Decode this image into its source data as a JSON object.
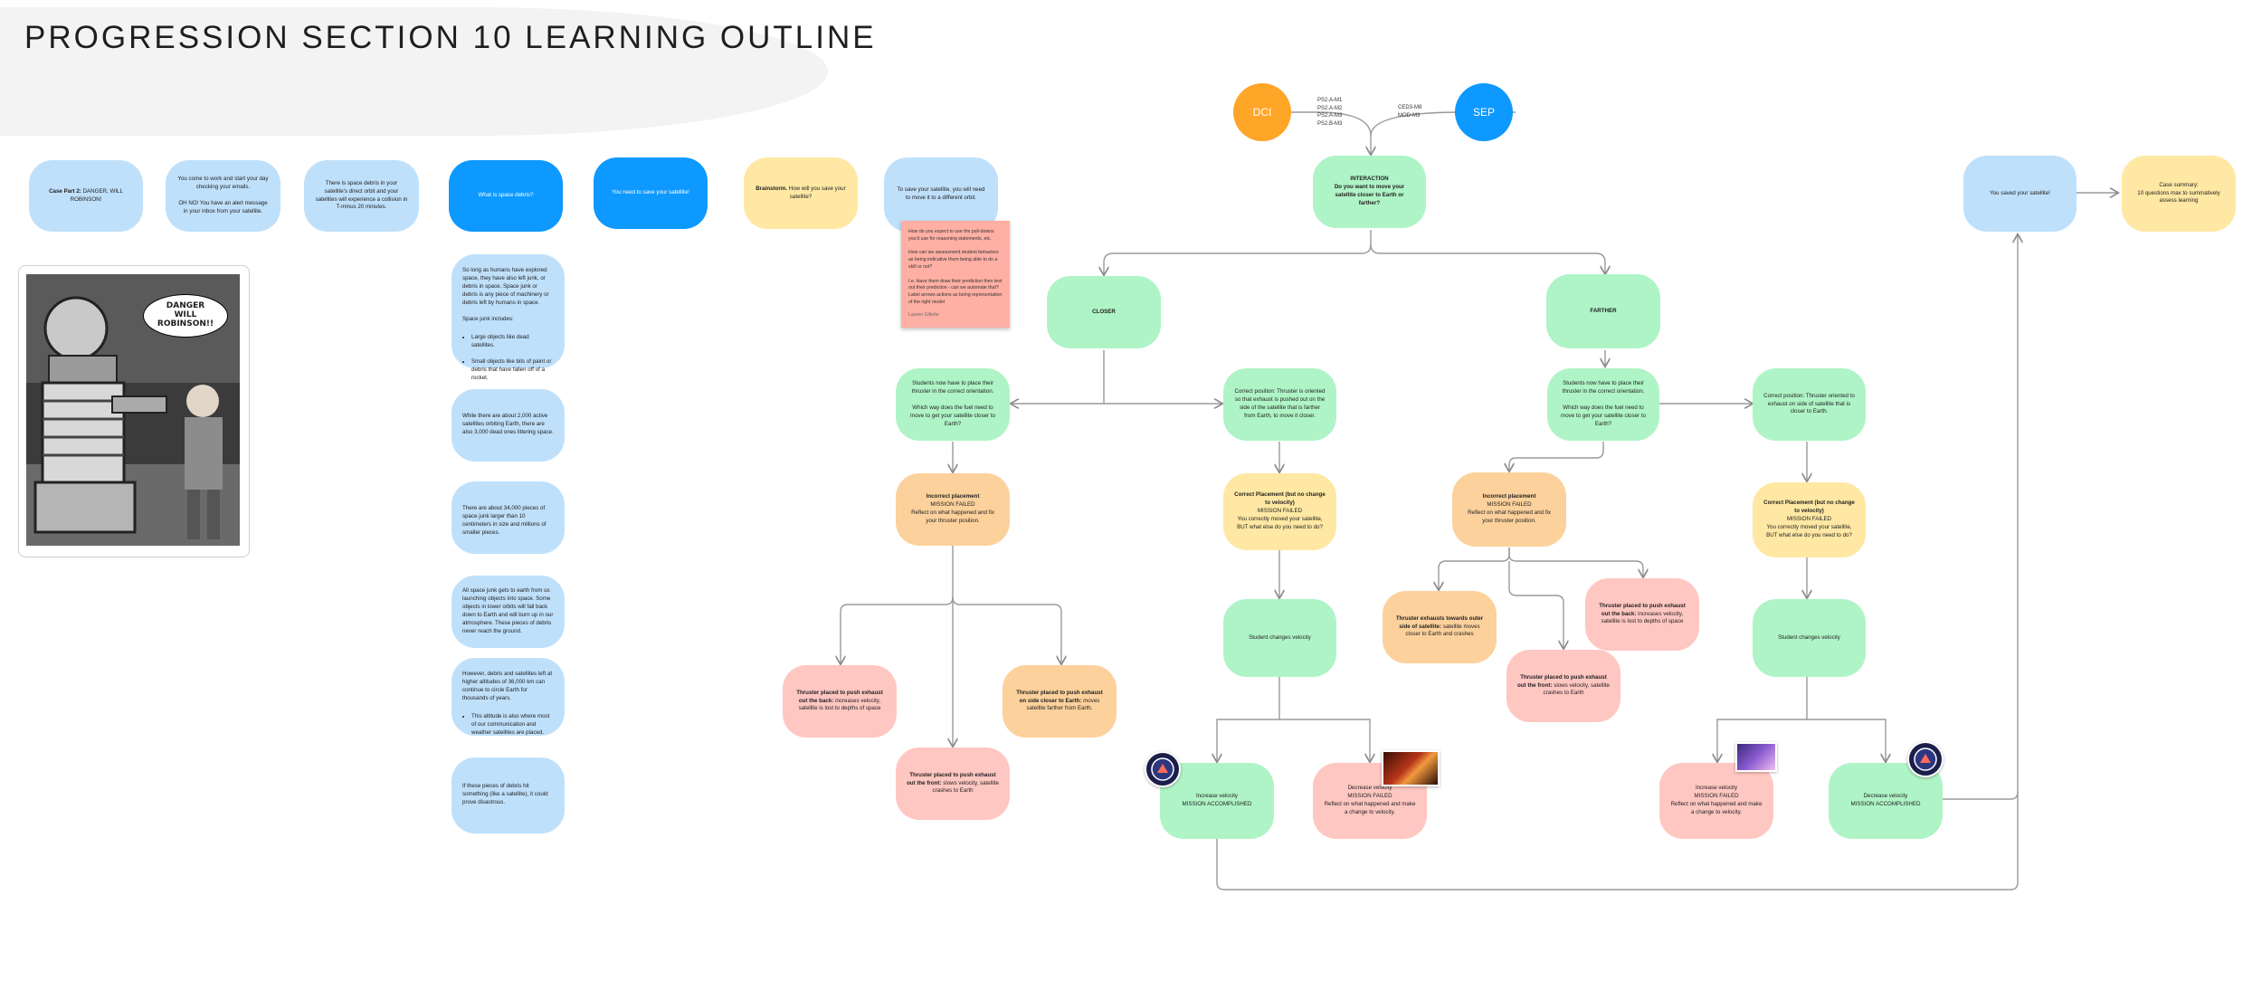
{
  "title": "PROGRESSION SECTION 10 LEARNING OUTLINE",
  "standards": {
    "dci": "DCI",
    "sep": "SEP",
    "dci_codes": "PS2.A-M1\nPS2.A-M2\nPS2.A-M3\nPS2.B-M3",
    "sep_codes": "CED3-M8\nMOD-M3"
  },
  "story": {
    "case_part": "Case Part 2:",
    "case_rest": " DANGER, WILL ROBINSON!",
    "email": "You come to work and start your day checking your emails.\n\nOH NO! You have an alert message in your inbox from your satellite.",
    "debris_alert": "There is space debris in your satellite's direct orbit and your satellites will experience a collision in T-minus 20 minutes.",
    "what_is": "What is space debris?",
    "need_save": "You need to save your satellite!",
    "brainstorm_bold": "Brainstorm.",
    "brainstorm_rest": " How will you save your satellite?",
    "to_save": "To save your satellite, you will need to move it to a different orbit."
  },
  "sticky": {
    "text": "How do you expect to use the pull-downs you'd use for reasoning statements, etc.\n\nHow can we assessment student behaviors as being indicative them being able to do a skill or not?\n\nI.e. Have them draw their prediction then test out their prediction - can we automate that? Label arrows actions as being representation of the right model",
    "author": "Lauren Gillette"
  },
  "image": {
    "bubble": "DANGER\nWILL\nROBINSON!!"
  },
  "debris_facts": {
    "f1_intro": "So long as humans have explored space, they have also left junk, or debris in space. Space junk or debris is any piece of machinery or debris left by humans in space.\n\nSpace junk includes:",
    "f1_bullets": [
      "Large objects like dead satellites.",
      "Small objects like bits of paint or debris that have fallen off of a rocket."
    ],
    "f2": "While there are about 2,000 active satellites orbiting Earth, there are also 3,000 dead ones littering space.",
    "f3": "There are about 34,000 pieces of space junk larger than 10 centimeters in size and millions of smaller pieces.",
    "f4": "All space junk gets to earth from us launching objects into space. Some objects in lower orbits will fall back down to Earth and will burn up in our atmosphere. These pieces of debris never reach the ground.",
    "f5_intro": "However, debris and satellites left at higher altitudes of 36,000 km can continue to circle Earth for thousands of years.",
    "f5_bullets": [
      "This altitude is also where most of our communication and weather satellites are placed."
    ],
    "f6": "If these pieces of debris hit something (like a satellite), it could prove disastrous."
  },
  "flow": {
    "interaction_title": "INTERACTION",
    "interaction_q": "Do you want to move your satellite closer to Earth or farther?",
    "closer": "CLOSER",
    "farther": "FARTHER",
    "place_thruster": "Students now have to place their thruster in the correct orientation.\n\nWhich way does the fuel need to move to get your satellite closer to Earth?",
    "place_thruster_far": "Students now have to place their thruster in the correct orientation.\n\nWhich way does the fuel need to move to get your satellite closer to Earth?",
    "correct_pos_closer": "Correct position: Thruster is oriented so that exhaust is pushed out on the side of the satellite that is farther from Earth, to move it closer.",
    "correct_pos_farther": "Correct position: Thruster oriented to exhaust on side of satellite that is closer to Earth.",
    "incorrect_bold": "Incorrect placement",
    "incorrect_rest": "\nMISSION FAILED\nReflect on what happened and fix your thruster position.",
    "correct_nochange_bold": "Correct Placement (but no change to velocity)",
    "correct_nochange_rest": "\nMISSION FAILED\nYou correctly moved your satellite, BUT what else do you need to do?",
    "changes_velocity": "Student changes velocity",
    "t_back_bold": "Thruster placed to push exhaust out the back:",
    "t_back_rest": " increases velocity, satellite is lost to depths of space",
    "t_front_bold": "Thruster placed to push exhaust out the front:",
    "t_front_rest": " slows velocity, satellite crashes to Earth",
    "t_side_bold": "Thruster placed to push exhaust on side closer to Earth:",
    "t_side_rest": " moves satellite farther from Earth.",
    "t_outer_bold": "Thruster exhausts towards outer side of satellite:",
    "t_outer_rest": " satellite moves closer to Earth and crashes",
    "inc_success": "Increase velocity\nMISSION ACCOMPLISHED",
    "dec_fail": "Decrease velocity\nMISSION FAILED\nReflect on what happened and make a change to velocity.",
    "inc_fail": "Increase velocity\nMISSION FAILED\nReflect on what happened and make a change to velocity.",
    "dec_success": "Decrease velocity\nMISSION ACCOMPLISHED",
    "saved": "You saved your satellite!",
    "summary": "Case summary:\n10 questions max to summatively assess learning"
  },
  "colors": {
    "light_blue": "#bfe0fb",
    "blue": "#0d99ff",
    "yellow": "#ffe8a3",
    "green": "#aff4c6",
    "orange": "#fcd19c",
    "pink": "#ffc7c2",
    "dci_orange": "#ffa629",
    "sticky": "#ffafa3"
  }
}
